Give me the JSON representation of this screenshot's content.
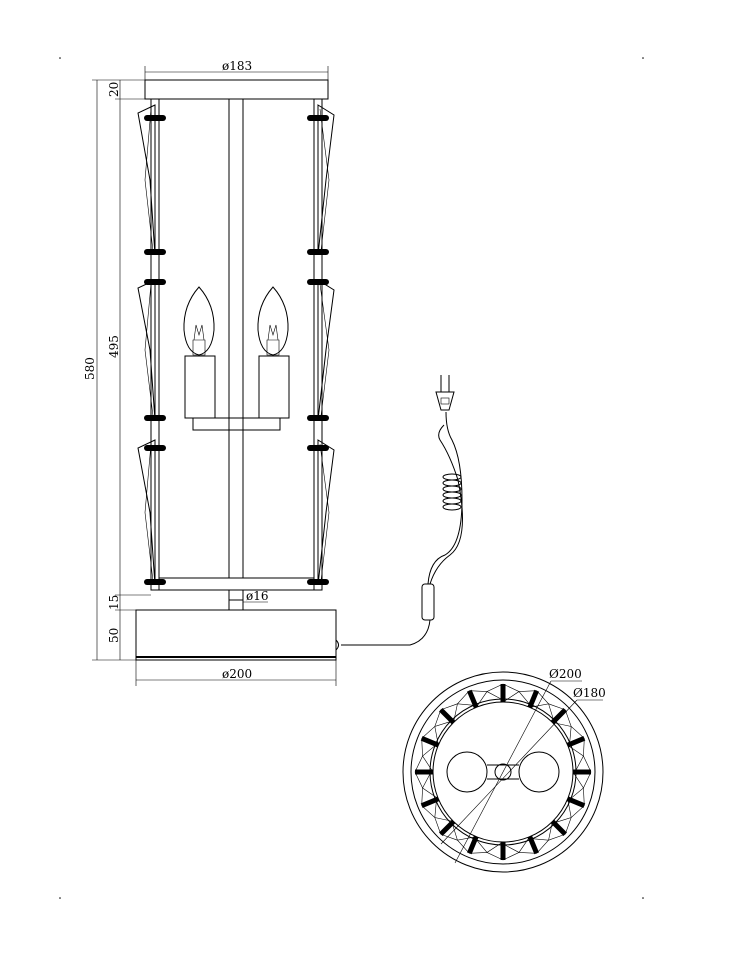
{
  "front_view": {
    "top_diameter": "ø183",
    "top_cap_height": "20",
    "total_height": "580",
    "frame_height": "495",
    "stem_gap": "15",
    "base_height": "50",
    "stem_diameter": "ø16",
    "base_diameter": "ø200"
  },
  "top_view": {
    "outer_diameter": "Ø200",
    "inner_diameter": "Ø180"
  }
}
